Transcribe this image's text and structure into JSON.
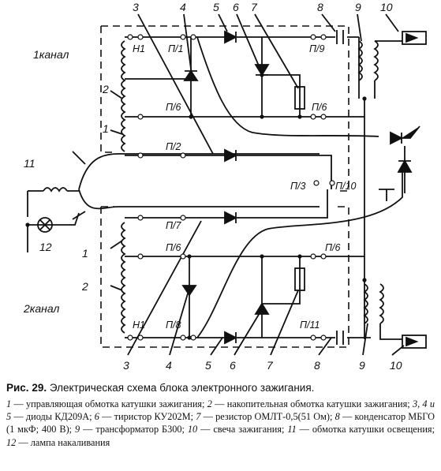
{
  "diagram": {
    "channels": {
      "ch1": "1канал",
      "ch2": "2канал"
    },
    "top_numbers": [
      "3",
      "4",
      "5",
      "6",
      "7",
      "8",
      "9",
      "10"
    ],
    "bottom_numbers": [
      "3",
      "4",
      "5",
      "6",
      "7",
      "8",
      "9",
      "10"
    ],
    "left_numbers": {
      "top_2": "2",
      "top_1": "1",
      "bottom_1": "1",
      "bottom_2": "2",
      "n11": "11",
      "n12": "12"
    },
    "pins": {
      "h1_top": "Н1",
      "p1": "П/1",
      "p9": "П/9",
      "p6_a": "П/6",
      "p6_b": "П/6",
      "p2": "П/2",
      "p3": "П/3",
      "p10": "П/10",
      "p7": "П/7",
      "p6_c": "П/6",
      "p6_d": "П/6",
      "h1_bottom": "Н1",
      "p8": "П/8",
      "p11": "П/11"
    }
  },
  "caption": {
    "prefix": "Рис. 29.",
    "title": "Электрическая схема блока электронного зажигания.",
    "items": [
      {
        "n": "1",
        "t": "управляющая обмотка катушки зажигания;"
      },
      {
        "n": "2",
        "t": "накопительная обмотка катушки зажигания;"
      },
      {
        "n": "3, 4 и 5",
        "t": "диоды КД209А;"
      },
      {
        "n": "6",
        "t": "тиристор КУ202М;"
      },
      {
        "n": "7",
        "t": "резистор ОМЛТ-0,5(51 Ом);"
      },
      {
        "n": "8",
        "t": "конденсатор МБГО (1 мкФ; 400 В);"
      },
      {
        "n": "9",
        "t": "трансформатор Б300;"
      },
      {
        "n": "10",
        "t": "свеча зажигания;"
      },
      {
        "n": "11",
        "t": "обмотка катушки освещения;"
      },
      {
        "n": "12",
        "t": "лампа накаливания"
      }
    ]
  }
}
